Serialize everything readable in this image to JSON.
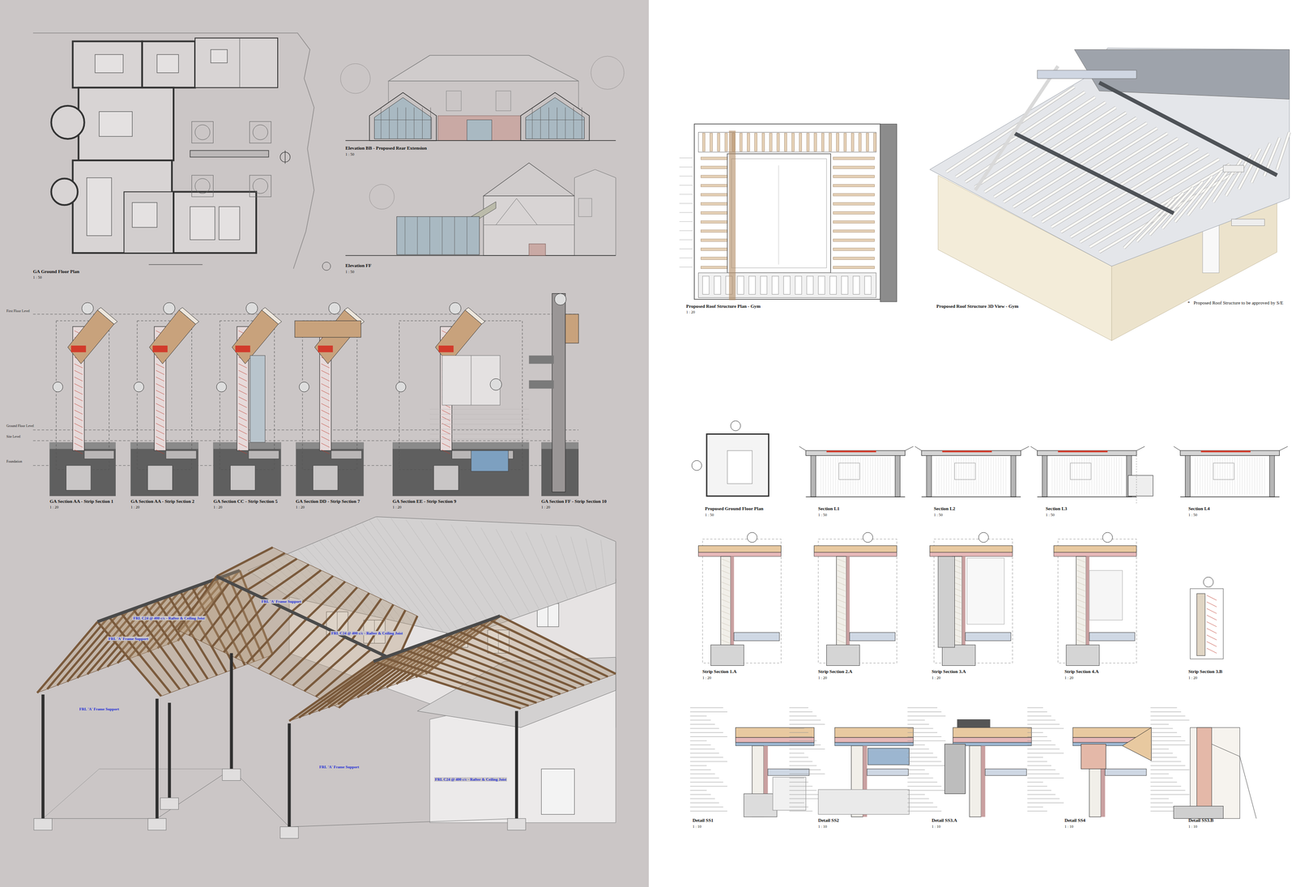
{
  "diagram": {
    "labels": [
      "GA Ground Floor Plan",
      "1 : 50",
      "Elevation BB - Proposed Rear Extension",
      "1 : 50",
      "Elevation FF",
      "1 : 50",
      "GA Section AA - Strip Section 1",
      "1 : 20",
      "GA Section AA - Strip Section 2",
      "1 : 20",
      "GA Section CC - Strip Section 5",
      "1 : 20",
      "GA Section DD - Strip Section 7",
      "1 : 20",
      "GA Section EE - Strip Section 9",
      "1 : 20",
      "GA Section FF - Strip Section 10",
      "1 : 20",
      "First Floor Level",
      "Ground Floor Level",
      "Site Level",
      "Foundation",
      "FRL 'A' Frame Support",
      "FRL C24 @ 400 c/c - Rafter & Ceiling Joist",
      "FRL 'A' Frame Support",
      "FRL C24 @ 400 c/c - Rafter & Ceiling Joist",
      "FRL 'A' Frame Support",
      "FRL 'A' Frame Support",
      "FRL C24 @ 400 c/c - Rafter & Ceiling Joist",
      "Proposed Roof Structure Plan - Gym",
      "1 : 20",
      "Proposed Roof Structure 3D View - Gym",
      "*",
      "Proposed Roof Structure to be approved by S/E",
      "Proposed Ground Floor Plan",
      "1 : 50",
      "Section L1",
      "1 : 50",
      "Section L2",
      "1 : 50",
      "Section L3",
      "1 : 50",
      "Section L4",
      "1 : 50",
      "Strip Section 1.A",
      "1 : 20",
      "Strip Section 2.A",
      "1 : 20",
      "Strip Section 3.A",
      "1 : 20",
      "Strip Section 4.A",
      "1 : 20",
      "Strip Section 3.B",
      "1 : 20",
      "Detail SS1",
      "1 : 10",
      "Detail SS2",
      "1 : 10",
      "Detail SS3.A",
      "1 : 10",
      "Detail SS4",
      "1 : 10",
      "Detail SS3.B",
      "1 : 10"
    ]
  }
}
